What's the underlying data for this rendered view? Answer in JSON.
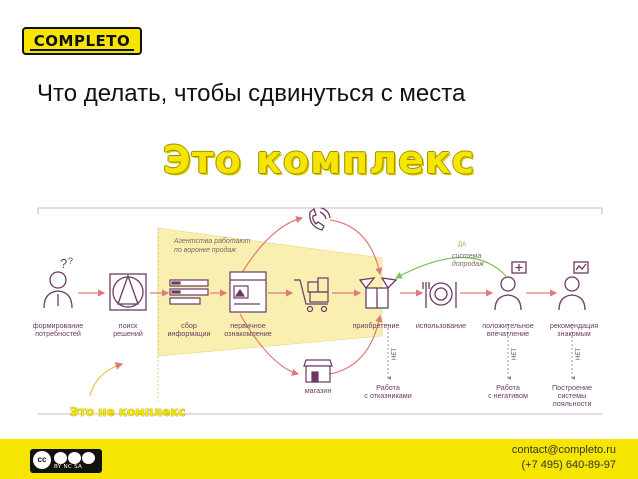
{
  "logo": {
    "text": "COMPLETO"
  },
  "page_title": "Что делать, чтобы сдвинуться с места",
  "big_title": "Это комплекс",
  "diagram": {
    "funnel_note": [
      "Агентства работают",
      "по воронке продаж"
    ],
    "feedback_note": {
      "yes": "ДА",
      "lines": [
        "система",
        "допродаж"
      ]
    },
    "no_label": "НЕТ",
    "annotation": "Это не комплекс",
    "stages": [
      {
        "lines": [
          "формирование",
          "потребностей"
        ]
      },
      {
        "lines": [
          "поиск",
          "решений"
        ]
      },
      {
        "lines": [
          "сбор",
          "информации"
        ]
      },
      {
        "lines": [
          "первичное",
          "ознакомление"
        ]
      },
      {
        "lines": [
          "приобретение"
        ]
      },
      {
        "lines": [
          "использование"
        ]
      },
      {
        "lines": [
          "положительное",
          "впечатление"
        ]
      },
      {
        "lines": [
          "рекомендация",
          "знакомым"
        ]
      }
    ],
    "bottom": [
      {
        "lines": [
          "магазин"
        ]
      },
      {
        "lines": [
          "Работа",
          "с отказниками"
        ]
      },
      {
        "lines": [
          "Работа",
          "с негативом"
        ]
      },
      {
        "lines": [
          "Построение",
          "системы",
          "лояльности"
        ]
      }
    ]
  },
  "footer": {
    "license_tags": "BY  NC  SA",
    "license_mark": "cc",
    "email": "contact@completo.ru",
    "phone": "(+7 495)  640-89-97"
  },
  "colors": {
    "accent": "#f6e500",
    "arrow": "#e07a7a",
    "line": "#6b3a64",
    "feedback": "#7fc25a"
  }
}
